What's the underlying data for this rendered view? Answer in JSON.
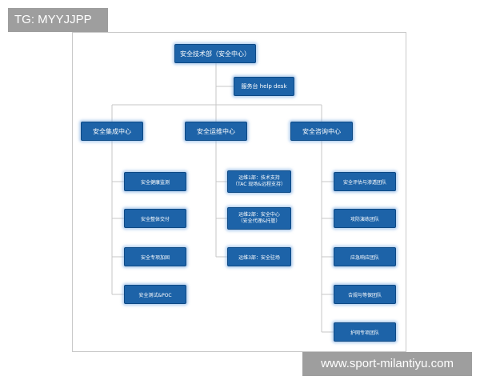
{
  "corner_tag": "TG: MYYJJPP",
  "watermark": "www.sport-milantiyu.com",
  "colors": {
    "node_fill": "#1d63a8",
    "node_glow": "#7aaae1",
    "connector": "#c7c7c7",
    "frame_border": "#c9c9c9",
    "tag_background": "#9e9e9e"
  },
  "org": {
    "root": "安全技术部（安全中心）",
    "helpdesk": "服务台 help desk",
    "departments": [
      {
        "label": "安全集成中心",
        "children": [
          {
            "lines": [
              "安全健康监测"
            ]
          },
          {
            "lines": [
              "安全整体交付"
            ]
          },
          {
            "lines": [
              "安全专项加固"
            ]
          },
          {
            "lines": [
              "安全测试&POC"
            ]
          }
        ]
      },
      {
        "label": "安全运维中心",
        "children": [
          {
            "lines": [
              "运维1部：技术支持",
              "（TAC 现场&远程支持）"
            ]
          },
          {
            "lines": [
              "运维2部：安全中心",
              "（安全代理&托管）"
            ]
          },
          {
            "lines": [
              "运维3部：安全驻场"
            ]
          }
        ]
      },
      {
        "label": "安全咨询中心",
        "children": [
          {
            "lines": [
              "安全评估与渗透团队"
            ]
          },
          {
            "lines": [
              "攻防演练团队"
            ]
          },
          {
            "lines": [
              "应急响应团队"
            ]
          },
          {
            "lines": [
              "合规与等保团队"
            ]
          },
          {
            "lines": [
              "护网专项团队"
            ]
          }
        ]
      }
    ]
  }
}
